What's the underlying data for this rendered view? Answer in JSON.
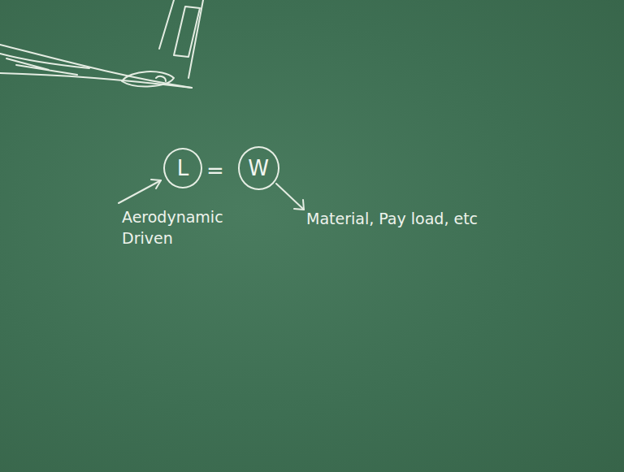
{
  "diagram": {
    "nodes": [
      {
        "text": [
          "L"
        ]
      },
      {
        "text": [
          "W"
        ]
      }
    ],
    "labels": [
      "=",
      "Aerodynamic Driven",
      "Material, Pay load, etc"
    ]
  }
}
